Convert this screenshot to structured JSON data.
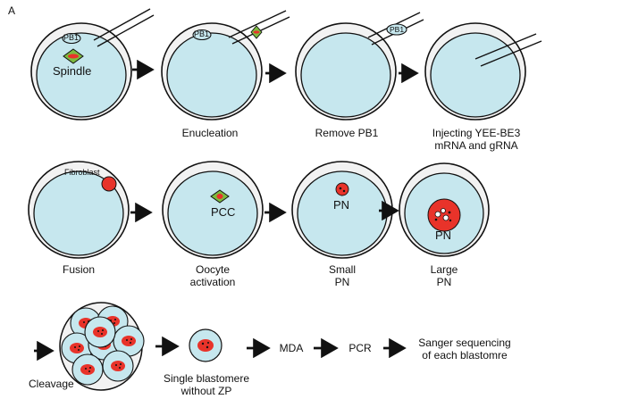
{
  "panel_label": "A",
  "inner_labels": {
    "pb1_a": "PB1",
    "pb1_b": "PB1",
    "pb1_c": "PB1",
    "spindle": "Spindle",
    "fibroblast": "Fibroblast",
    "pcc": "PCC",
    "pn_small": "PN",
    "pn_large": "PN"
  },
  "captions": {
    "enucleation": "Enucleation",
    "remove_pb1": "Remove PB1",
    "injecting_1": "Injecting YEE-BE3",
    "injecting_2": "mRNA and gRNA",
    "fusion": "Fusion",
    "oocyte_1": "Oocyte",
    "oocyte_2": "activation",
    "small_1": "Small",
    "small_2": "PN",
    "large_1": "Large",
    "large_2": "PN",
    "cleavage": "Cleavage",
    "single_1": "Single blastomere",
    "single_2": "without ZP",
    "mda": "MDA",
    "pcr": "PCR",
    "sanger_1": "Sanger sequencing",
    "sanger_2": "of each blastomre"
  },
  "colors": {
    "cytoplasm": "#c6e7ee",
    "zona": "#f2f2f2",
    "nucleus": "#e8332a",
    "spindle": "#7dbb3f",
    "outline": "#111111"
  }
}
